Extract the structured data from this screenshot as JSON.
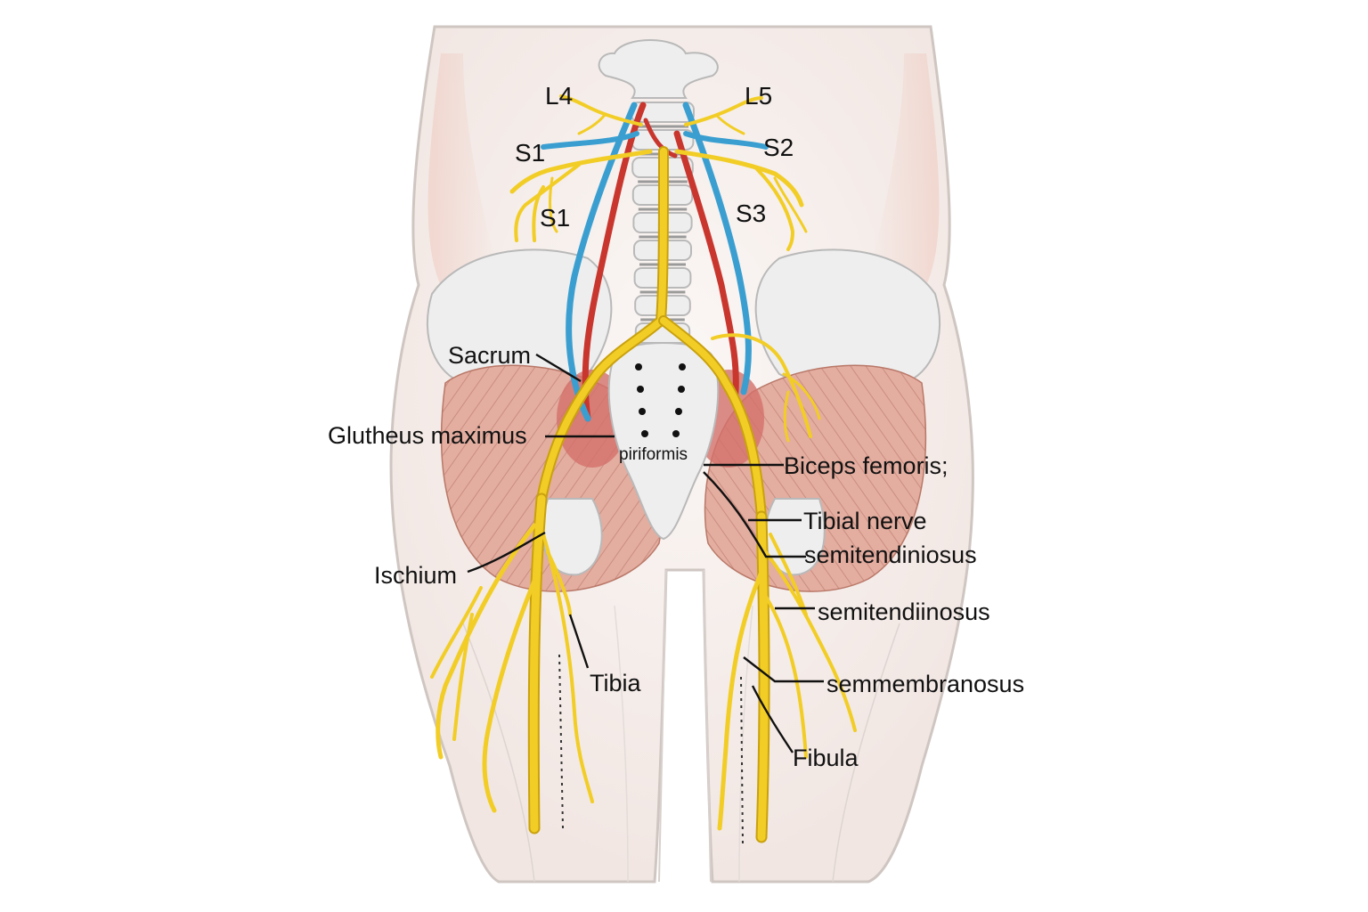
{
  "labels": {
    "l4": "L4",
    "l5": "L5",
    "s1_upper": "S1",
    "s2": "S2",
    "s1_lower": "S1",
    "s3": "S3",
    "sacrum": "Sacrum",
    "gluteus_maximus": "Glutheus maximus",
    "piriformis": "piriformis",
    "biceps_femoris": "Biceps femoris;",
    "tibial_nerve": "Tibial nerve",
    "semitendinosus_1": "semitendiniosus",
    "ischium": "Ischium",
    "semitendinosus_2": "semitendiinosus",
    "semimembranosus": "semmembranosus",
    "tibia": "Tibia",
    "fibula": "Fibula"
  },
  "colors": {
    "nerve": "#f2cd26",
    "artery": "#c8362e",
    "vein": "#3a9fd0",
    "muscle": "#e3ada0",
    "bone": "#eeeeee"
  }
}
